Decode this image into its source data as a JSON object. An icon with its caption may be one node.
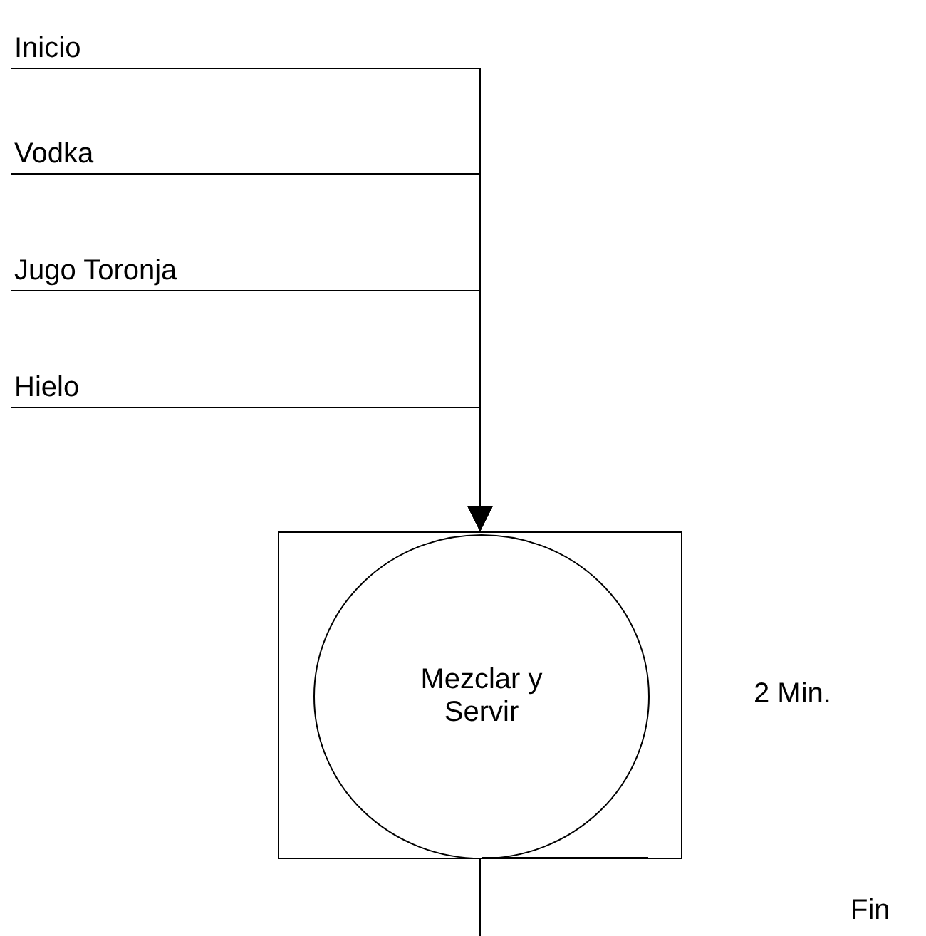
{
  "diagram": {
    "nodes": [
      {
        "text": [
          "Inicio"
        ]
      },
      {
        "text": [
          "Vodka"
        ]
      },
      {
        "text": [
          "Jugo Toronja"
        ]
      },
      {
        "text": [
          "Hielo"
        ]
      },
      {
        "text": [],
        "shape": "box",
        "beside": [
          "2 Min."
        ]
      },
      {
        "text": [
          "Mezclar y Servir"
        ],
        "in": 4
      }
    ],
    "edges": [
      {
        "from": 0,
        "to": 4,
        "arrow": "to"
      },
      {
        "from": 1,
        "to": 4,
        "arrow": "to"
      },
      {
        "from": 2,
        "to": 4,
        "arrow": "to"
      },
      {
        "from": 3,
        "to": 4,
        "arrow": "to"
      },
      {
        "from": 4,
        "to": null,
        "arrow": "none"
      }
    ],
    "labels": [
      "Fin"
    ]
  }
}
